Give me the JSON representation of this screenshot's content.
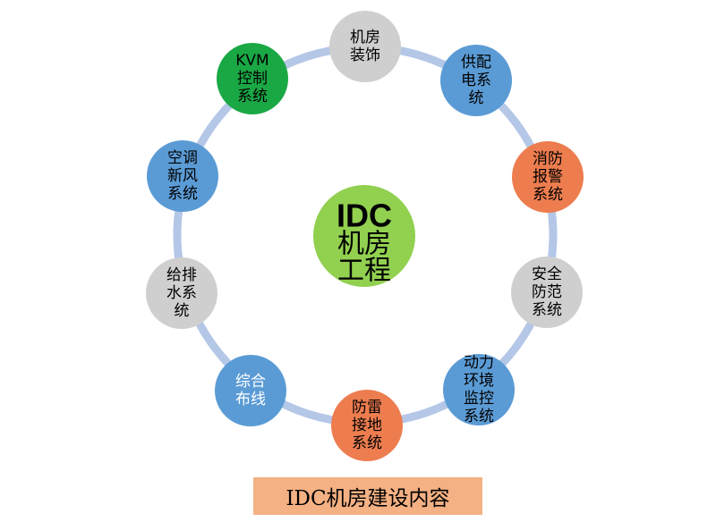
{
  "colors": {
    "ring": "#b4c7e7",
    "center": "#92d050",
    "gray": "#cfcfcf",
    "blue": "#5b9bd5",
    "orange": "#ed7d4f",
    "green": "#1aa845",
    "caption_bg": "#f4b183"
  },
  "center": {
    "lines": [
      "IDC",
      "机房",
      "工程"
    ]
  },
  "nodes": [
    {
      "id": "room-decoration",
      "lines": [
        "机房",
        "装饰"
      ],
      "fill": "gray",
      "text_color": "#000000"
    },
    {
      "id": "power-supply",
      "lines": [
        "供配",
        "电系",
        "统"
      ],
      "fill": "blue",
      "text_color": "#000000"
    },
    {
      "id": "fire-alarm",
      "lines": [
        "消防",
        "报警",
        "系统"
      ],
      "fill": "orange",
      "text_color": "#000000"
    },
    {
      "id": "security",
      "lines": [
        "安全",
        "防范",
        "系统"
      ],
      "fill": "gray",
      "text_color": "#000000"
    },
    {
      "id": "env-monitoring",
      "lines": [
        "动力",
        "环境",
        "监控",
        "系统"
      ],
      "fill": "blue",
      "text_color": "#000000"
    },
    {
      "id": "lightning-grounding",
      "lines": [
        "防雷",
        "接地",
        "系统"
      ],
      "fill": "orange",
      "text_color": "#000000"
    },
    {
      "id": "cabling",
      "lines": [
        "综合",
        "布线"
      ],
      "fill": "blue",
      "text_color": "#ffffff"
    },
    {
      "id": "water",
      "lines": [
        "给排",
        "水系",
        "统"
      ],
      "fill": "gray",
      "text_color": "#000000"
    },
    {
      "id": "hvac",
      "lines": [
        "空调",
        "新风",
        "系统"
      ],
      "fill": "blue",
      "text_color": "#000000"
    },
    {
      "id": "kvm",
      "lines": [
        "KVM",
        "控制",
        "系统"
      ],
      "fill": "green",
      "text_color": "#000000"
    }
  ],
  "caption": "IDC机房建设内容"
}
